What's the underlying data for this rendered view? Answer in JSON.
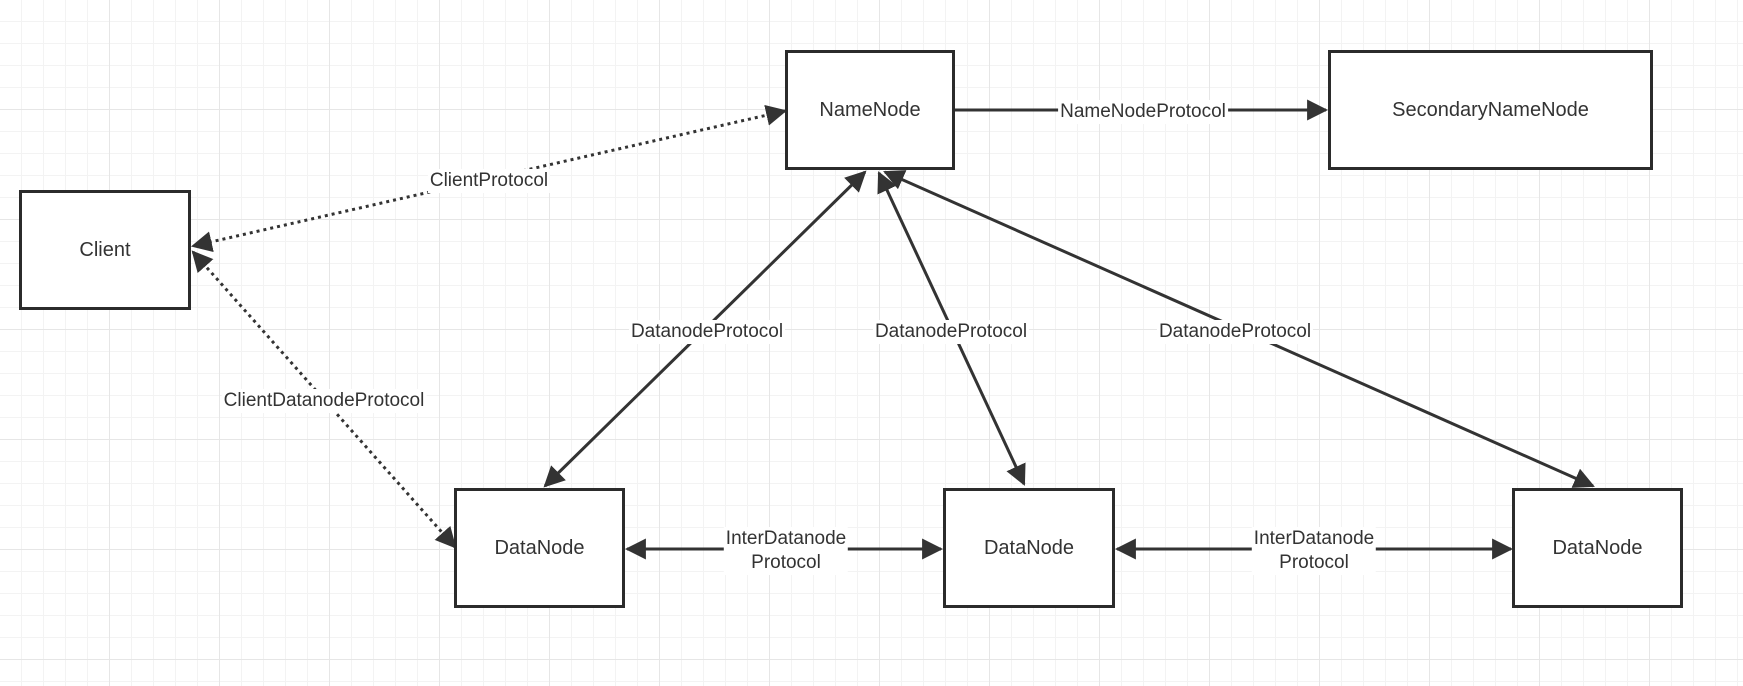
{
  "nodes": {
    "namenode": "NameNode",
    "secondary": "SecondaryNameNode",
    "client": "Client",
    "datanode1": "DataNode",
    "datanode2": "DataNode",
    "datanode3": "DataNode"
  },
  "edges": {
    "namenode_protocol": "NameNodeProtocol",
    "client_protocol": "ClientProtocol",
    "client_datanode_protocol": "ClientDatanodeProtocol",
    "datanode_protocol_1": "DatanodeProtocol",
    "datanode_protocol_2": "DatanodeProtocol",
    "datanode_protocol_3": "DatanodeProtocol",
    "interdatanode_1": "InterDatanode\nProtocol",
    "interdatanode_2": "InterDatanode\nProtocol"
  },
  "colors": {
    "line": "#333333",
    "grid": "#e6e6e6"
  }
}
